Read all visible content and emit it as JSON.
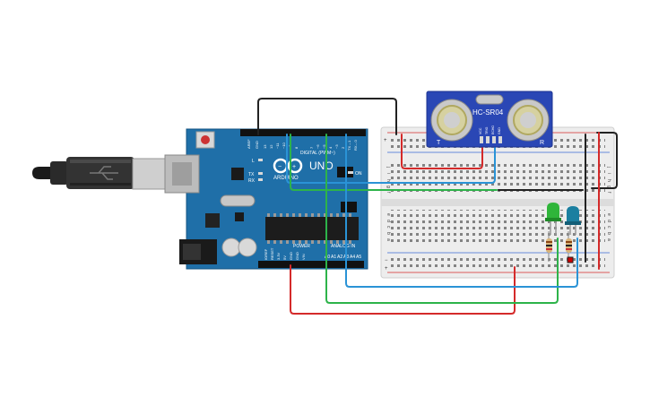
{
  "arduino": {
    "brand": "ARDUINO",
    "model": "UNO",
    "on_label": "ON",
    "tx_label": "TX",
    "rx_label": "RX",
    "l_label": "L",
    "aref_label": "AREF",
    "gnd_label": "GND",
    "digital_label": "DIGITAL (PWM~)",
    "power_label": "POWER",
    "analog_label": "ANALOG IN",
    "power_pins": [
      "IOREF",
      "RESET",
      "3.3V",
      "5V",
      "GND",
      "GND",
      "VIN"
    ],
    "analog_pins": [
      "A0",
      "A1",
      "A2",
      "A3",
      "A4",
      "A5"
    ],
    "digital_pins_hi": [
      "13",
      "12",
      "~11",
      "~10",
      "~9",
      "8"
    ],
    "digital_pins_lo": [
      "7",
      "~6",
      "~5",
      "4",
      "~3",
      "2",
      "TX→1",
      "RX←0"
    ]
  },
  "sensor": {
    "name": "HC-SR04",
    "pins": [
      "VCC",
      "TRIG",
      "ECHO",
      "GND"
    ],
    "left_mark": "T",
    "right_mark": "R"
  },
  "breadboard": {
    "row_letters_top": [
      "j",
      "i",
      "h",
      "g",
      "f"
    ],
    "row_letters_bottom": [
      "e",
      "d",
      "c",
      "b",
      "a"
    ]
  },
  "colors": {
    "board_blue": "#1f6fa8",
    "board_dark": "#185c8e",
    "wire_red": "#d42a2a",
    "wire_green": "#2db34a",
    "wire_blue": "#2a93d6",
    "wire_black": "#222222",
    "led_green": "#2fb53a",
    "led_teal": "#1b7fa0",
    "sensor_blue": "#2a47b5"
  }
}
